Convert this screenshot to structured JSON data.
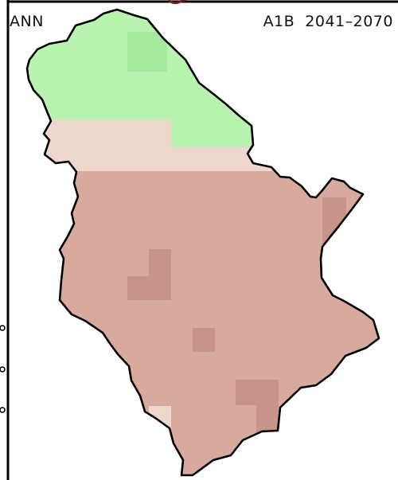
{
  "map": {
    "season_label": "ANN",
    "scenario_label": "A1B",
    "period_label": "2041–2070",
    "colors": {
      "north_light": "#b8f4b0",
      "north_dark": "#a6eaa0",
      "band_light": "#eed8ce",
      "south_main": "#d8aa9e",
      "south_dark": "#c69489",
      "border": "#000000"
    }
  }
}
